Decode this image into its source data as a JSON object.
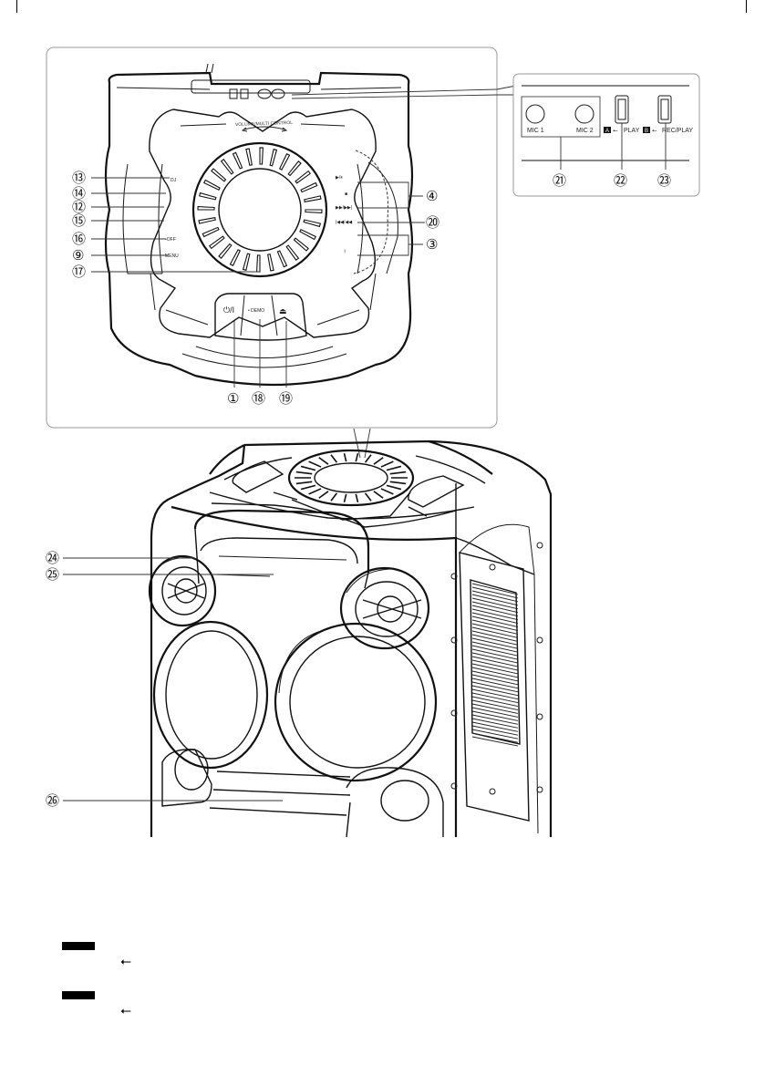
{
  "top_panel": {
    "volume_text": "VOLUME/MULTI CONTROL",
    "left_labels": [
      "DJ",
      "",
      "",
      "",
      "•OFF",
      "MENU"
    ],
    "right_labels": [
      "▶/⏸",
      "■",
      "▶▶/▶▶|",
      "|◀◀/◀◀"
    ],
    "demo_label": "• DEMO",
    "power_symbol": "⏻/I",
    "eject_symbol": "⏏",
    "callouts_left": [
      "⑬",
      "⑭",
      "⑫",
      "⑮",
      "⑯",
      "⑨",
      "⑰"
    ],
    "callouts_right": [
      "④",
      "⑳",
      "③"
    ],
    "callouts_bottom": [
      "①",
      "⑱",
      "⑲"
    ]
  },
  "socket_panel": {
    "mic1": "MIC 1",
    "mic2": "MIC 2",
    "usb_a_badge": "A",
    "usb_a_text": "PLAY",
    "usb_b_badge": "B",
    "usb_b_text": "REC/PLAY",
    "callouts": [
      "㉑",
      "㉒",
      "㉓"
    ]
  },
  "unit": {
    "callouts": [
      "㉔",
      "㉕",
      "㉖"
    ]
  },
  "legend": {
    "icon_1": "⭠",
    "icon_2": "⭠"
  },
  "colors": {
    "line": "#111111",
    "panel_border": "#999999",
    "legend_fill": "#000000"
  }
}
